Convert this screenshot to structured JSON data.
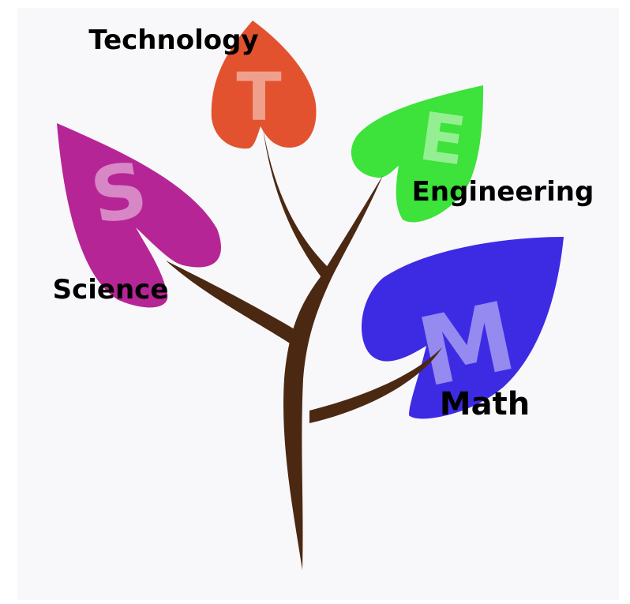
{
  "diagram": {
    "colors": {
      "trunk": "#4b2812",
      "science_leaf": "#b62596",
      "technology_leaf": "#e2522e",
      "engineering_leaf": "#3de23a",
      "math_leaf": "#3d2be4",
      "background": "#f8f8fa"
    },
    "leaves": {
      "science": {
        "letter": "S",
        "label": "Science"
      },
      "technology": {
        "letter": "T",
        "label": "Technology"
      },
      "engineering": {
        "letter": "E",
        "label": "Engineering"
      },
      "math": {
        "letter": "M",
        "label": "Math"
      }
    }
  }
}
